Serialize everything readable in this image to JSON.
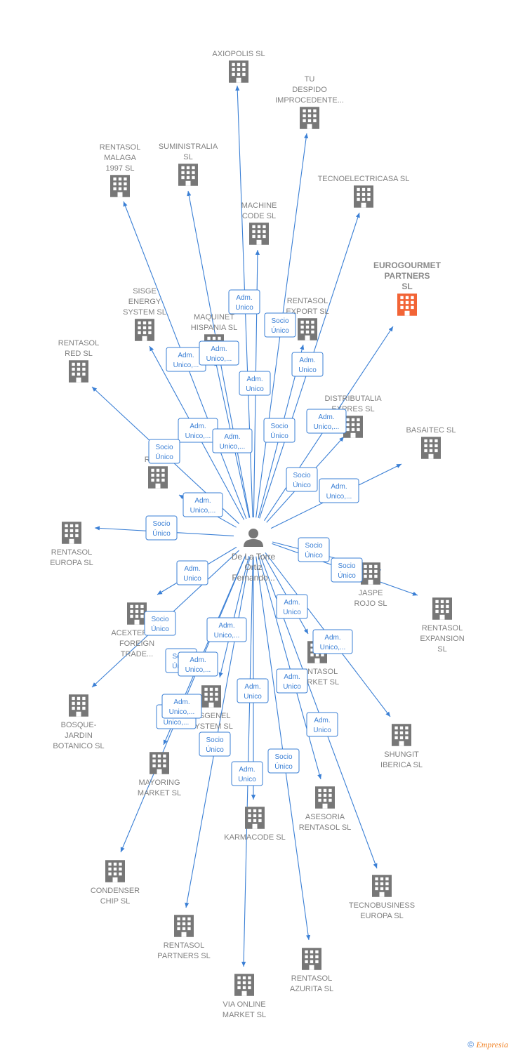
{
  "center": {
    "name": "De La Torre Ortiz Fernando..."
  },
  "companies": [
    {
      "id": "axiopolis",
      "lines": [
        "AXIOPOLIS SL"
      ],
      "highlight": false
    },
    {
      "id": "tudespido",
      "lines": [
        "TU",
        "DESPIDO",
        "IMPROCEDENTE..."
      ],
      "highlight": false
    },
    {
      "id": "rentasol-malaga",
      "lines": [
        "RENTASOL",
        "MALAGA",
        "1997  SL"
      ],
      "highlight": false
    },
    {
      "id": "suministralia",
      "lines": [
        "SUMINISTRALIA",
        "SL"
      ],
      "highlight": false
    },
    {
      "id": "tecnoelectricasa",
      "lines": [
        "TECNOELECTRICASA SL"
      ],
      "highlight": false
    },
    {
      "id": "machine-code",
      "lines": [
        "MACHINE",
        "CODE SL"
      ],
      "highlight": false
    },
    {
      "id": "eurogourmet",
      "lines": [
        "EUROGOURMET",
        "PARTNERS",
        "SL"
      ],
      "highlight": true
    },
    {
      "id": "sisge",
      "lines": [
        "SISGE",
        "ENERGY",
        "SYSTEM  SL"
      ],
      "highlight": false
    },
    {
      "id": "maquinet",
      "lines": [
        "MAQUINET",
        "HISPANIA  SL"
      ],
      "highlight": false
    },
    {
      "id": "rentasol-export",
      "lines": [
        "RENTASOL",
        "EXPORT  SL"
      ],
      "highlight": false
    },
    {
      "id": "rentasol-red",
      "lines": [
        "RENTASOL",
        "RED  SL"
      ],
      "highlight": false
    },
    {
      "id": "distributalia",
      "lines": [
        "DISTRIBUTALIA",
        "EXPRES  SL"
      ],
      "highlight": false
    },
    {
      "id": "basaitec",
      "lines": [
        "BASAITEC  SL"
      ],
      "highlight": false
    },
    {
      "id": "rete",
      "lines": [
        "RETE..."
      ],
      "highlight": false
    },
    {
      "id": "rentasol-europa",
      "lines": [
        "RENTASOL",
        "EUROPA  SL"
      ],
      "highlight": false
    },
    {
      "id": "jaspe-rojo",
      "lines": [
        "JASPE",
        "ROJO  SL"
      ],
      "highlight": false
    },
    {
      "id": "rentasol-expansion",
      "lines": [
        "RENTASOL",
        "EXPANSION",
        "SL"
      ],
      "highlight": false
    },
    {
      "id": "acexternal",
      "lines": [
        "ACEXTERNAL",
        "FOREIGN",
        "TRADE..."
      ],
      "highlight": false
    },
    {
      "id": "rentasol-market",
      "lines": [
        "RENTASOL",
        "MARKET  SL"
      ],
      "highlight": false
    },
    {
      "id": "bosque-jardin",
      "lines": [
        "BOSQUE-",
        "JARDIN",
        "BOTANICO SL"
      ],
      "highlight": false
    },
    {
      "id": "sisgenel",
      "lines": [
        "SISGENEL",
        "SYSTEM  SL"
      ],
      "highlight": false
    },
    {
      "id": "shungit",
      "lines": [
        "SHUNGIT",
        "IBERICA  SL"
      ],
      "highlight": false
    },
    {
      "id": "mayoring",
      "lines": [
        "MAYORING",
        "MARKET  SL"
      ],
      "highlight": false
    },
    {
      "id": "asesoria",
      "lines": [
        "ASESORIA",
        "RENTASOL SL"
      ],
      "highlight": false
    },
    {
      "id": "karmacode",
      "lines": [
        "KARMACODE SL"
      ],
      "highlight": false
    },
    {
      "id": "condenser",
      "lines": [
        "CONDENSER",
        "CHIP SL"
      ],
      "highlight": false
    },
    {
      "id": "tecnobusiness",
      "lines": [
        "TECNOBUSINESS",
        "EUROPA SL"
      ],
      "highlight": false
    },
    {
      "id": "rentasol-partners",
      "lines": [
        "RENTASOL",
        "PARTNERS  SL"
      ],
      "highlight": false
    },
    {
      "id": "rentasol-azurita",
      "lines": [
        "RENTASOL",
        "AZURITA  SL"
      ],
      "highlight": false
    },
    {
      "id": "via-online",
      "lines": [
        "VIA ONLINE",
        "MARKET SL"
      ],
      "highlight": false
    }
  ],
  "edge_labels": [
    [
      "Adm.",
      "Unico"
    ],
    [
      "Socio",
      "Único"
    ],
    [
      "Adm.",
      "Unico,..."
    ],
    [
      "Adm.",
      "Unico,..."
    ],
    [
      "Adm.",
      "Unico"
    ],
    [
      "Adm.",
      "Unico"
    ],
    [
      "Adm.",
      "Unico,..."
    ],
    [
      "Socio",
      "Único"
    ],
    [
      "Adm.",
      "Unico,..."
    ],
    [
      "Adm.",
      "Unico,..."
    ],
    [
      "Socio",
      "Único"
    ],
    [
      "Socio",
      "Único"
    ],
    [
      "Adm.",
      "Unico,..."
    ],
    [
      "Adm.",
      "Unico,..."
    ],
    [
      "Socio",
      "Único"
    ],
    [
      "Socio",
      "Único"
    ],
    [
      "Socio",
      "Único"
    ],
    [
      "Adm.",
      "Unico"
    ],
    [
      "Adm.",
      "Unico"
    ],
    [
      "Socio",
      "Único"
    ],
    [
      "Adm.",
      "Unico,..."
    ],
    [
      "Adm.",
      "Unico,..."
    ],
    [
      "Socio",
      "Único"
    ],
    [
      "Adm.",
      "Unico,..."
    ],
    [
      "Adm.",
      "Unico,..."
    ],
    [
      "Adm.",
      "Unico"
    ],
    [
      "Adm.",
      "Unico"
    ],
    [
      "Adm.",
      "Unico"
    ],
    [
      "Socio",
      "Único"
    ],
    [
      "Adm.",
      "Unico"
    ],
    [
      "Socio",
      "Único"
    ],
    [
      "Adm.",
      "Unico,..."
    ]
  ],
  "colors": {
    "edge": "#3a7fd5",
    "building": "#777777",
    "building_highlight": "#f26436"
  },
  "footer": {
    "symbol": "©",
    "brand": "Empresia"
  }
}
